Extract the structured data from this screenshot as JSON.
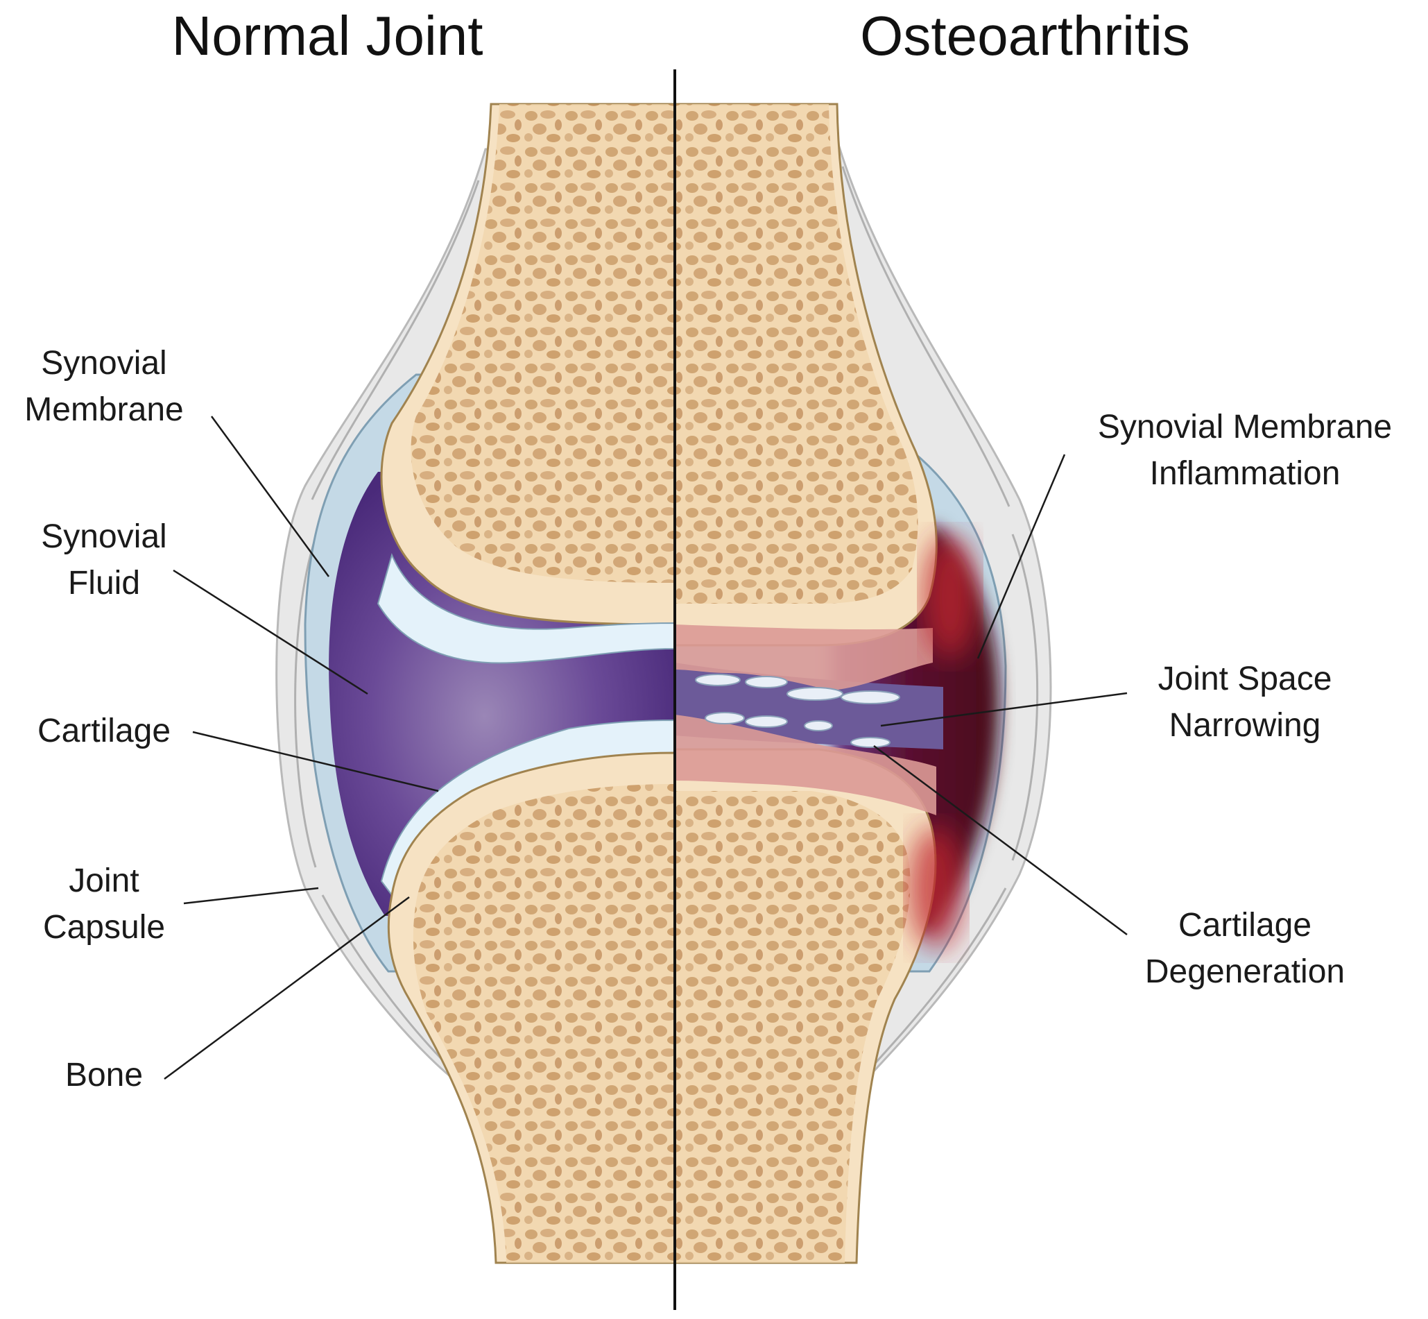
{
  "titles": {
    "left": "Normal Joint",
    "right": "Osteoarthritis"
  },
  "labels_left": {
    "synovial_membrane": [
      "Synovial",
      "Membrane"
    ],
    "synovial_fluid": [
      "Synovial",
      "Fluid"
    ],
    "cartilage": [
      "Cartilage"
    ],
    "joint_capsule": [
      "Joint",
      "Capsule"
    ],
    "bone": [
      "Bone"
    ]
  },
  "labels_right": {
    "membrane_inflammation": [
      "Synovial Membrane",
      "Inflammation"
    ],
    "joint_space_narrowing": [
      "Joint Space",
      "Narrowing"
    ],
    "cartilage_degeneration": [
      "Cartilage",
      "Degeneration"
    ]
  },
  "colors": {
    "bone": "#f6e2c3",
    "trabecular": "#c99b66",
    "capsule": "#e8e8e8",
    "membrane": "#c4d9e6",
    "fluid": "#5c3d8d",
    "cartilage": "#e4f2fa",
    "inflamed_cartilage": "#dc9a96",
    "inflammation": "#5a0f1e"
  }
}
